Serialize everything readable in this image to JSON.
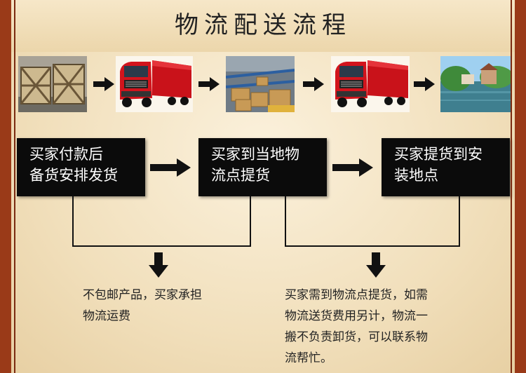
{
  "title": "物流配送流程",
  "images": [
    {
      "name": "crates-image",
      "icon": "wooden-crates"
    },
    {
      "name": "truck-image-1",
      "icon": "red-truck"
    },
    {
      "name": "warehouse-image",
      "icon": "warehouse-conveyor"
    },
    {
      "name": "truck-image-2",
      "icon": "red-truck"
    },
    {
      "name": "destination-image",
      "icon": "canal-town"
    }
  ],
  "steps": [
    {
      "line1": "买家付款后",
      "line2": "备货安排发货"
    },
    {
      "line1": "买家到当地物",
      "line2": "流点提货"
    },
    {
      "line1": "买家提货到安",
      "line2": "装地点"
    }
  ],
  "notes": [
    {
      "lines": [
        "不包邮产品，买家承担",
        "物流运费"
      ]
    },
    {
      "lines": [
        "买家需到物流点提货，如需",
        "物流送货费用另计，物流一",
        "搬不负责卸货，可以联系物",
        "流帮忙。"
      ]
    }
  ],
  "colors": {
    "box": "#0b0b0b",
    "border": "#9a3a18",
    "truck": "#d2141c",
    "background": "#f3e3c3"
  }
}
